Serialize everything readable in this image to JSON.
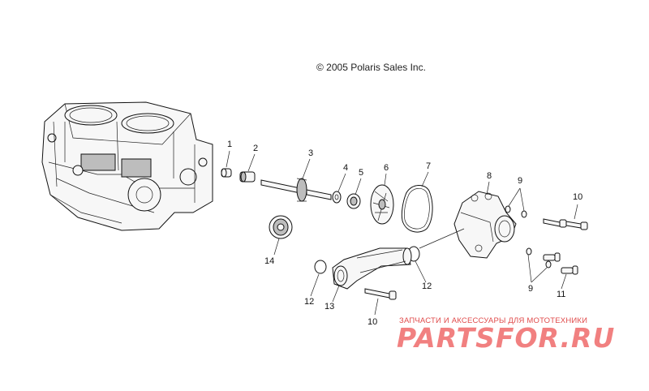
{
  "copyright": "© 2005 Polaris Sales Inc.",
  "callouts": {
    "c1": "1",
    "c2": "2",
    "c3": "3",
    "c4": "4",
    "c5": "5",
    "c6": "6",
    "c7": "7",
    "c8": "8",
    "c9a": "9",
    "c9b": "9",
    "c10a": "10",
    "c10b": "10",
    "c11": "11",
    "c12a": "12",
    "c12b": "12",
    "c13": "13",
    "c14": "14"
  },
  "watermark": {
    "tagline": "ЗАПЧАСТИ И АКСЕССУАРЫ ДЛЯ МОТОТЕХНИКИ",
    "brand": "PARTSFOR.RU",
    "color": "#ef6b6b"
  }
}
